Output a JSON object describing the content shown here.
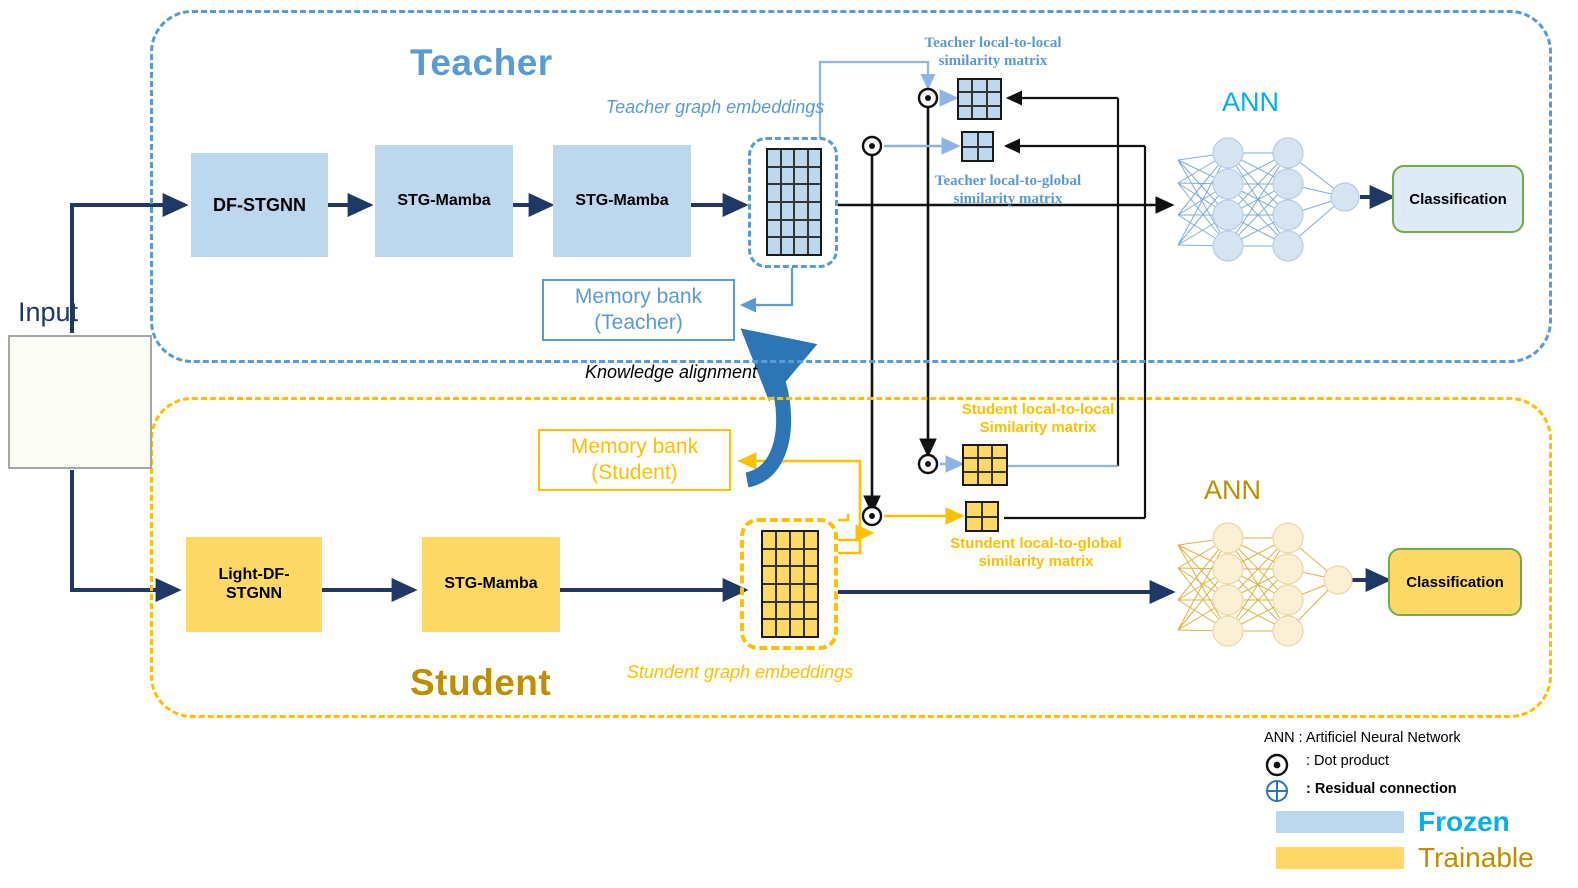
{
  "diagram": {
    "title_teacher": "Teacher",
    "title_student": "Student",
    "input_label": "Input",
    "knowledge_alignment": "Knowledge alignment"
  },
  "teacher": {
    "blocks": [
      {
        "label": "DF-STGNN"
      },
      {
        "label": "STG-Mamba"
      },
      {
        "label": "STG-Mamba"
      }
    ],
    "embeddings_caption": "Teacher graph embeddings",
    "memory_bank": "Memory bank\n(Teacher)",
    "memory_bank_line1": "Memory bank",
    "memory_bank_line2": "(Teacher)",
    "sim_local_local": "Teacher local-to-local\nsimilarity matrix",
    "sim_local_local_l1": "Teacher local-to-local",
    "sim_local_local_l2": "similarity matrix",
    "sim_local_global_l1": "Teacher local-to-global",
    "sim_local_global_l2": "similarity matrix",
    "ann_label": "ANN",
    "classification": "Classification"
  },
  "student": {
    "blocks": [
      {
        "label": "Light-DF-\nSTGNN",
        "line1": "Light-DF-",
        "line2": "STGNN"
      },
      {
        "label": "STG-Mamba"
      }
    ],
    "embeddings_caption": "Stundent graph embeddings",
    "memory_bank_line1": "Memory bank",
    "memory_bank_line2": "(Student)",
    "sim_local_local_l1": "Student local-to-local",
    "sim_local_local_l2": "Similarity matrix",
    "sim_local_global_l1": "Stundent local-to-global",
    "sim_local_global_l2": "similarity matrix",
    "ann_label": "ANN",
    "classification": "Classification"
  },
  "legend": {
    "ann_expansion": "ANN : Artificiel Neural Network",
    "dot_product": ": Dot product",
    "residual": ": Residual connection",
    "frozen": "Frozen",
    "trainable": "Trainable"
  },
  "colors": {
    "teacher_blue": "#5B9BD5",
    "teacher_fill": "#BDD7EE",
    "student_yellow": "#FFC000",
    "student_fill": "#FFD966",
    "arrow_navy": "#1F3864",
    "classification_border": "#70AD47",
    "ann_teacher_label": "#00B0F0",
    "ann_student_label": "#BF8F00"
  },
  "chart_data": {
    "type": "diagram",
    "teacher_embedding_grid": {
      "rows": 6,
      "cols": 4
    },
    "student_embedding_grid": {
      "rows": 6,
      "cols": 4
    },
    "local_to_local_grid": {
      "rows": 3,
      "cols": 3
    },
    "local_to_global_grid": {
      "rows": 2,
      "cols": 2
    },
    "ann_layers": [
      4,
      4,
      4,
      1
    ]
  }
}
